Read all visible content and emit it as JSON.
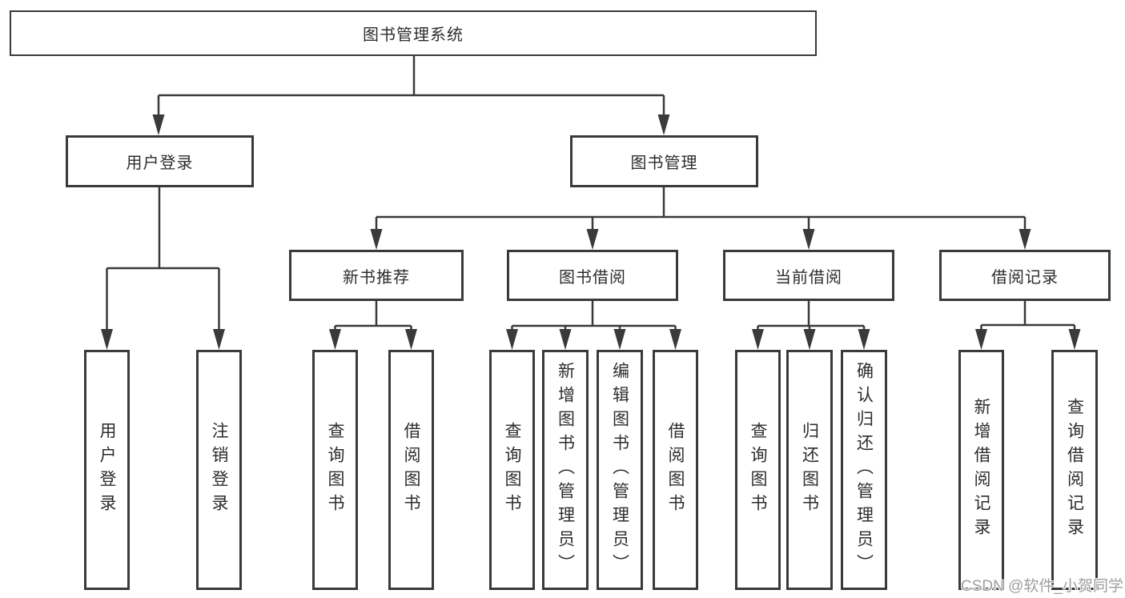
{
  "diagram": {
    "root": "图书管理系统",
    "level2": {
      "login": "用户登录",
      "management": "图书管理"
    },
    "level3": {
      "recommend": "新书推荐",
      "borrow": "图书借阅",
      "current": "当前借阅",
      "records": "借阅记录"
    },
    "leaves": {
      "login": [
        "用户登录",
        "注销登录"
      ],
      "recommend": [
        "查询图书",
        "借阅图书"
      ],
      "borrow": [
        "查询图书",
        "新增图书（管理员）",
        "编辑图书（管理员）",
        "借阅图书"
      ],
      "current": [
        "查询图书",
        "归还图书",
        "确认归还（管理员）"
      ],
      "records": [
        "新增借阅记录",
        "查询借阅记录"
      ]
    }
  },
  "watermark": "CSDN @软件_小贺同学",
  "colors": {
    "line": "#3a3a3a",
    "text": "#2d2d2d",
    "watermark": "#9e9e9e",
    "background": "#ffffff"
  }
}
